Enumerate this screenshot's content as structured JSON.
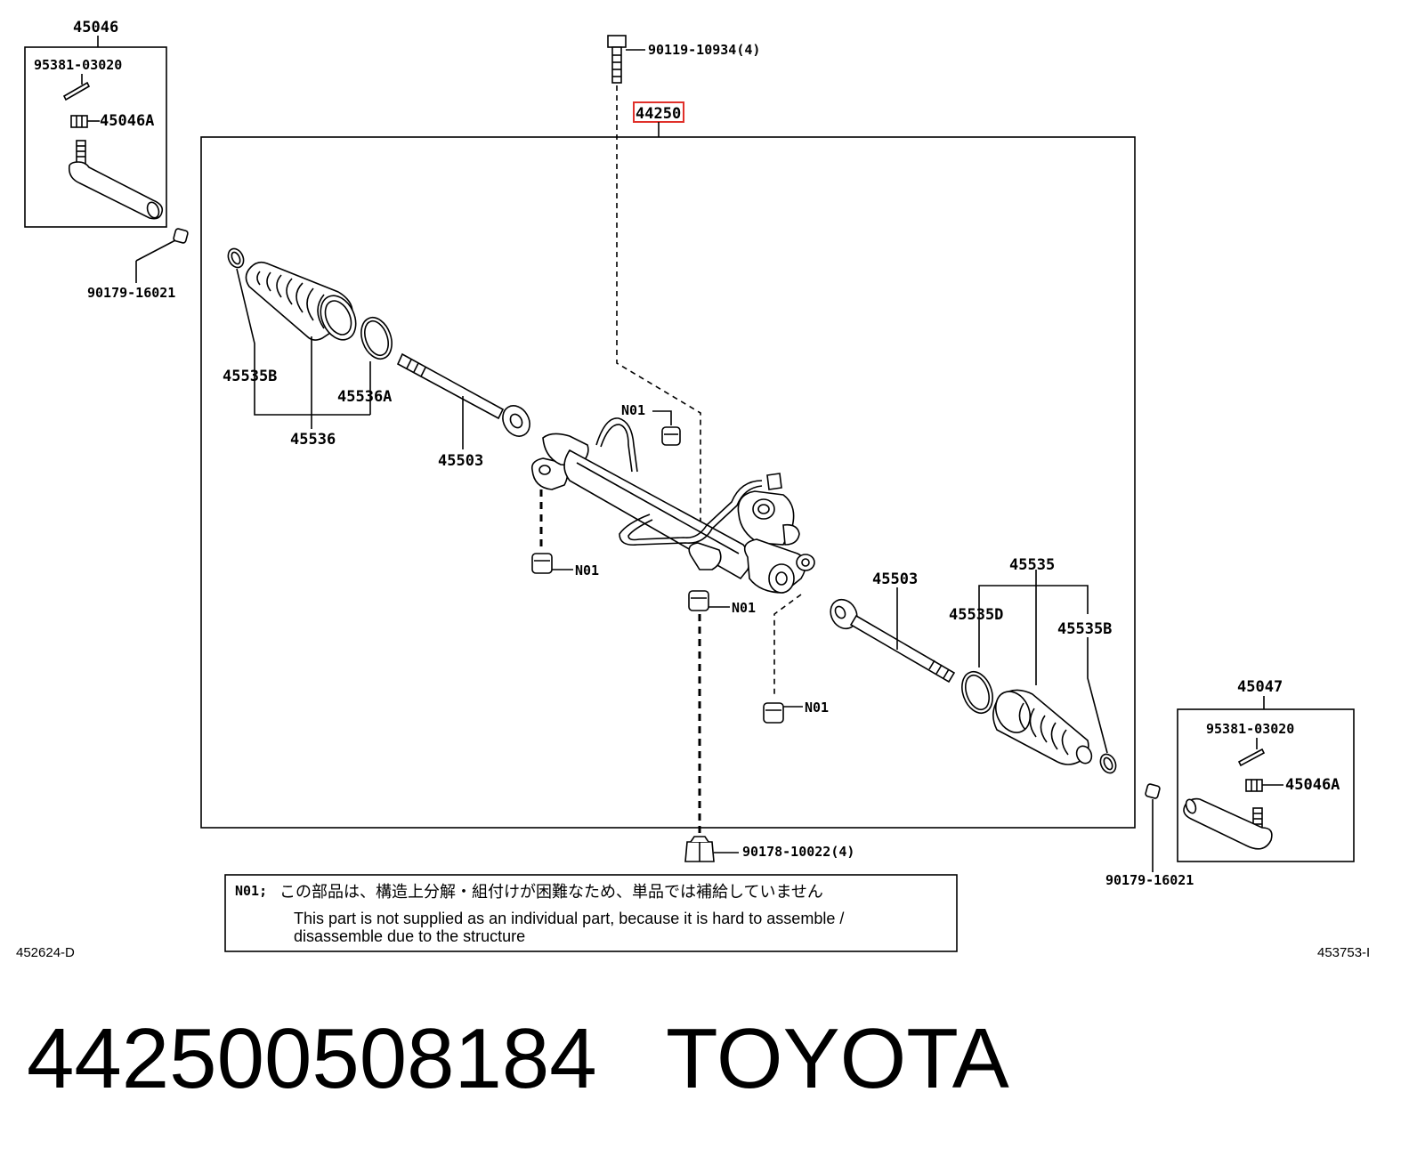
{
  "labels": {
    "tie_rod_end_left": "45046",
    "cotter_pin_left": "95381-03020",
    "nut_left": "45046A",
    "bolt_top": "90119-10934(4)",
    "assembly": "44250",
    "nut_lower_left": "90179-16021",
    "boot_clamp_left": "45535B",
    "boot_band_left": "45536A",
    "boot_left": "45536",
    "inner_rod_left": "45503",
    "n01_a": "N01",
    "n01_b": "N01",
    "n01_c": "N01",
    "n01_d": "N01",
    "inner_rod_right": "45503",
    "boot_right": "45535",
    "boot_band_right": "45535D",
    "boot_clamp_right": "45535B",
    "tie_rod_end_right": "45047",
    "cotter_pin_right": "95381-03020",
    "nut_right": "45046A",
    "nut_bottom": "90178-10022(4)",
    "nut_lower_right": "90179-16021"
  },
  "note": {
    "key": "N01;",
    "japanese": "この部品は、構造上分解・組付けが困難なため、単品では補給していません",
    "english_line1": "This part is not supplied as an individual part, because it is hard to assemble /",
    "english_line2": "disassemble due to the structure"
  },
  "codes": {
    "left": "452624-D",
    "right": "453753-I"
  },
  "footer": {
    "part_number": "442500508184",
    "brand": "TOYOTA"
  },
  "colors": {
    "highlight": "#e0302a",
    "line": "#000000"
  }
}
